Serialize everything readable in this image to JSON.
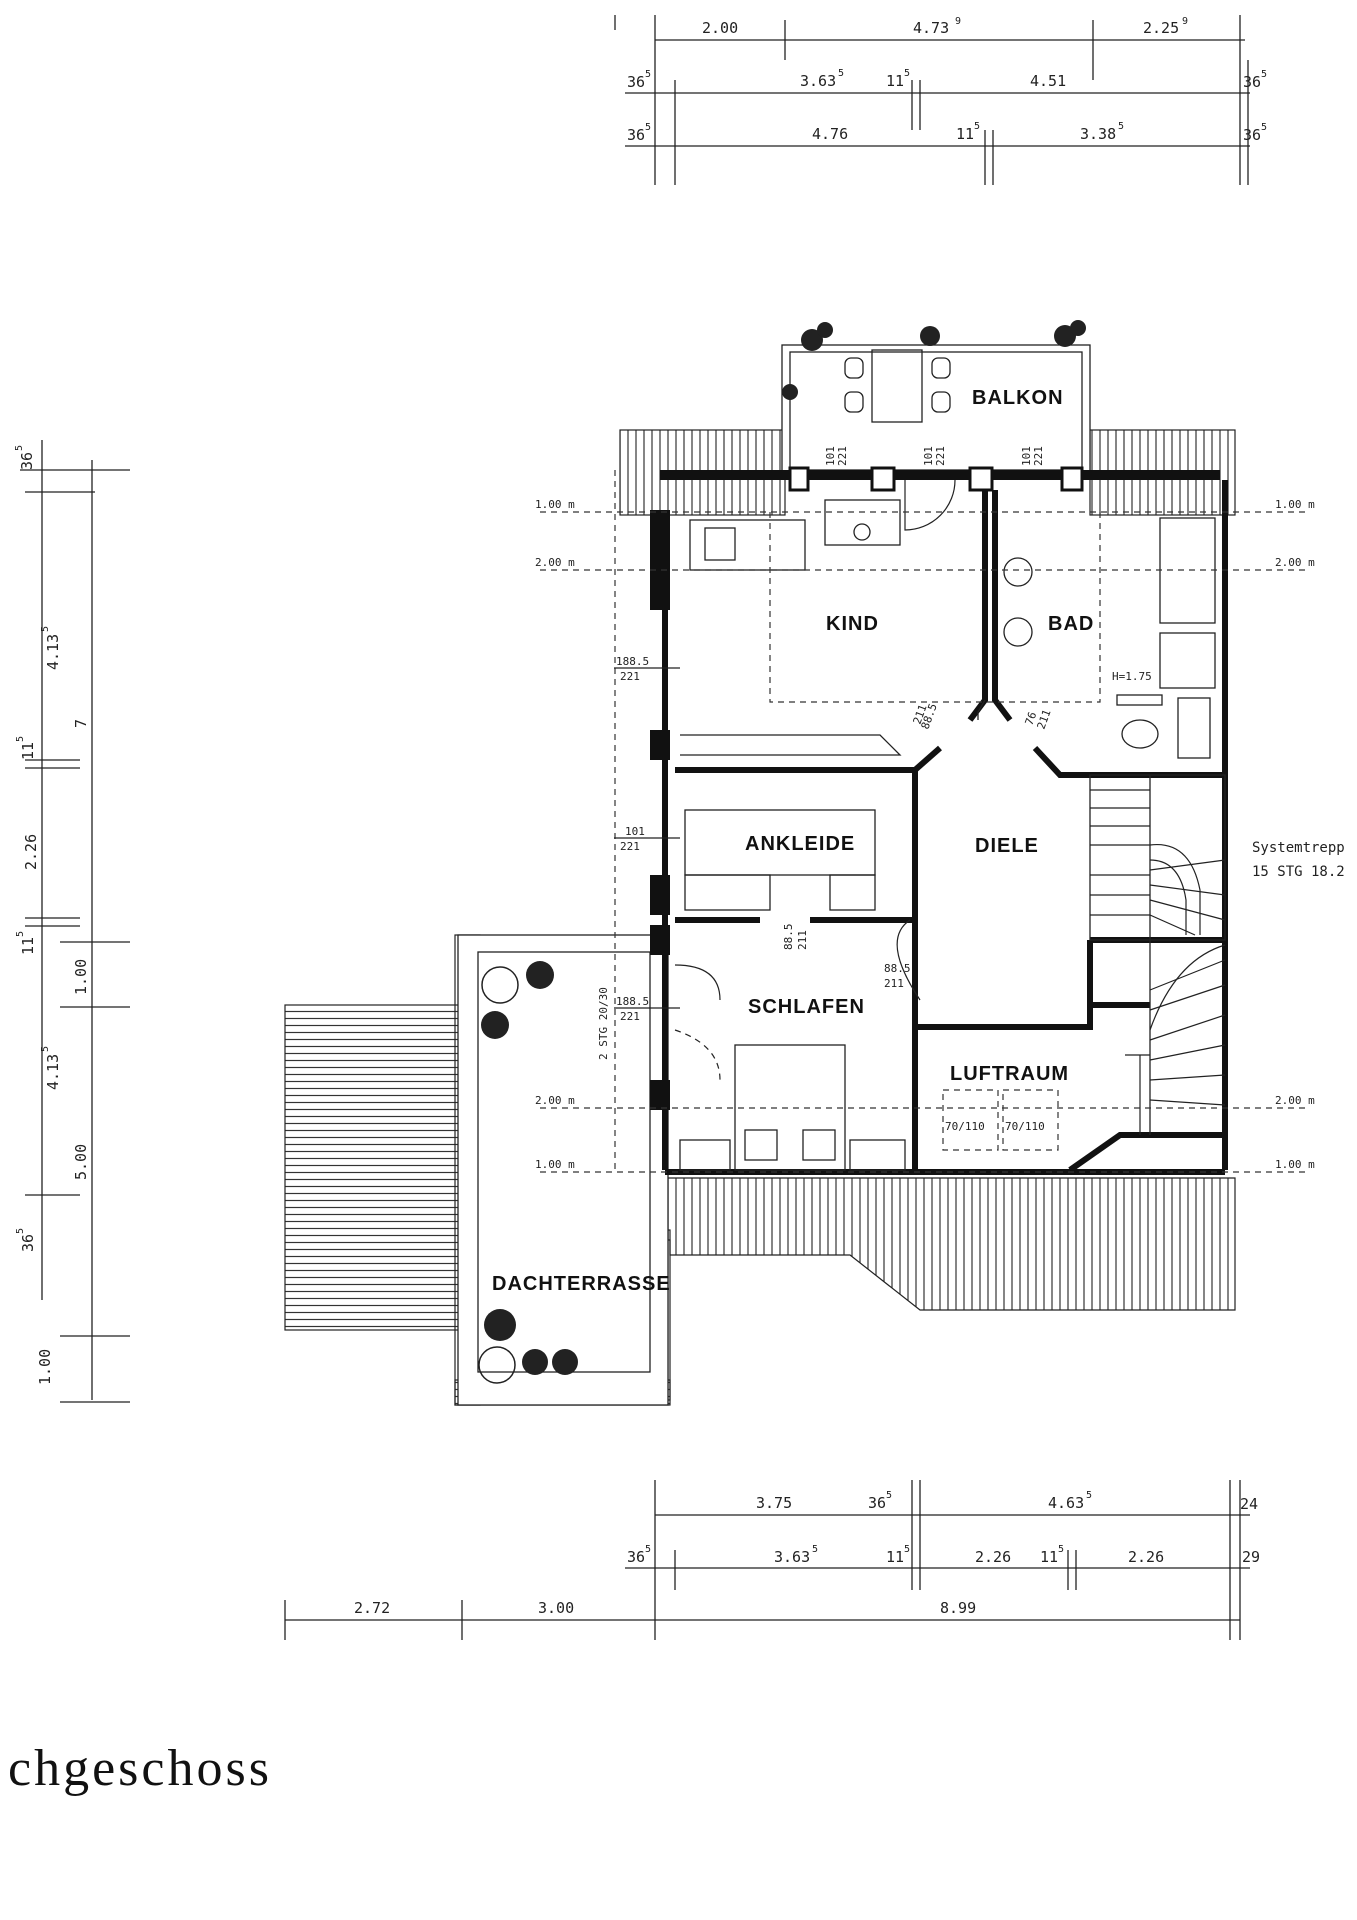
{
  "title": "chgeschoss",
  "rooms": {
    "balkon": "BALKON",
    "kind": "KIND",
    "bad": "BAD",
    "ankleide": "ANKLEIDE",
    "diele": "DIELE",
    "schlafen": "SCHLAFEN",
    "luftraum": "LUFTRAUM",
    "dachterrasse": "DACHTERRASSE"
  },
  "notes": {
    "stair_system": "Systemtrepp",
    "stair_steps": "15 STG 18.2",
    "bad_height": "H=1.75",
    "terrace_steps": "2 STG 20/30",
    "luftraum_w1": "70/110",
    "luftraum_w2": "70/110"
  },
  "levels": {
    "h100": "1.00 m",
    "h200": "2.00 m"
  },
  "openings": {
    "balkon_w1": [
      "101",
      "221"
    ],
    "balkon_w2": [
      "101",
      "221"
    ],
    "balkon_w3": [
      "101",
      "221"
    ],
    "kind_window": [
      "188.5",
      "221"
    ],
    "ankleide_window": [
      "101",
      "221"
    ],
    "schlafen_window": [
      "188.5",
      "221"
    ],
    "kind_door": [
      "88.5",
      "211"
    ],
    "bad_door": [
      "76",
      "211"
    ],
    "ankleide_door": [
      "88.5",
      "211"
    ],
    "schlafen_door": [
      "88.5",
      "211"
    ]
  },
  "dims_top": {
    "r1": [
      "2.00",
      "4.73",
      "2.25"
    ],
    "r2": [
      "36",
      "3.63",
      "11",
      "4.51",
      "36"
    ],
    "r3": [
      "36",
      "4.76",
      "11",
      "3.38",
      "36"
    ]
  },
  "dims_bottom": {
    "r1": [
      "3.75",
      "36",
      "4.63",
      "24"
    ],
    "r2": [
      "36",
      "3.63",
      "11",
      "2.26",
      "11",
      "2.26",
      "29"
    ],
    "r3": [
      "2.72",
      "3.00",
      "8.99"
    ]
  },
  "dims_left": [
    "36",
    "4.13",
    "11",
    "2.26",
    "11",
    "4.13",
    "36",
    "7",
    "1.00",
    "5.00",
    "1.00"
  ],
  "superscripts": {
    "five": "5",
    "nine": "9"
  }
}
